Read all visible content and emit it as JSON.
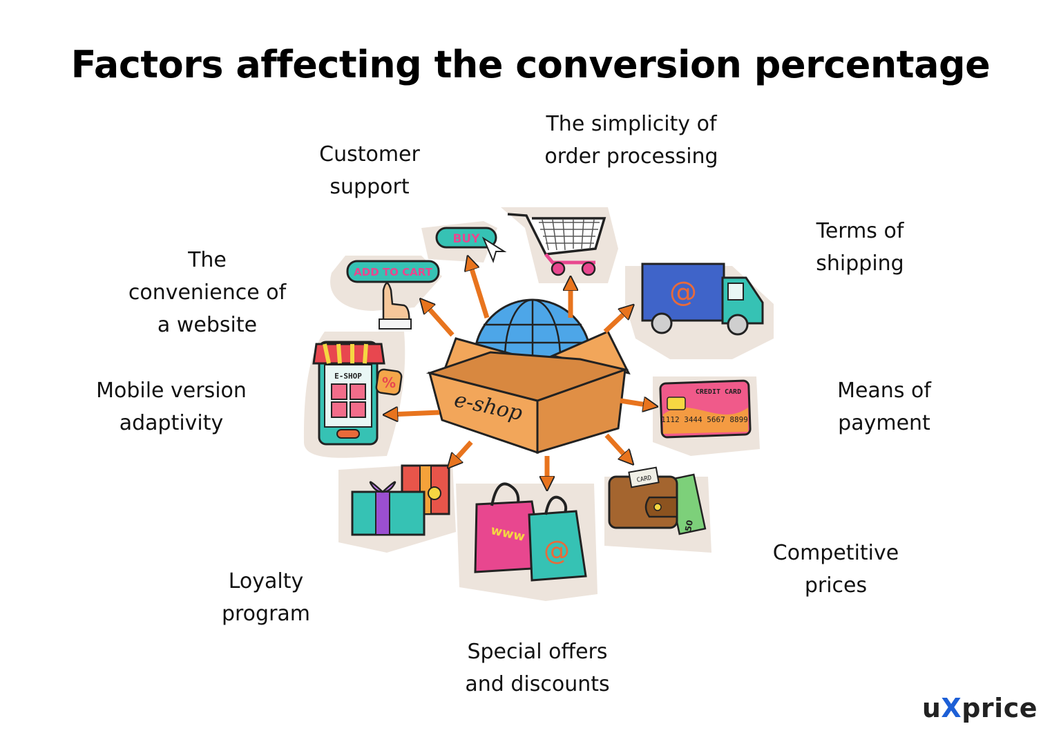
{
  "title": "Factors affecting the conversion percentage",
  "factors": {
    "customer_support": [
      "Customer",
      "support"
    ],
    "order_processing": [
      "The simplicity of",
      "order processing"
    ],
    "shipping": [
      "Terms of",
      "shipping"
    ],
    "website_convenience": [
      "The",
      "convenience of",
      "a website"
    ],
    "mobile": [
      "Mobile version",
      "adaptivity"
    ],
    "payment": [
      "Means of",
      "payment"
    ],
    "prices": [
      "Competitive",
      "prices"
    ],
    "loyalty": [
      "Loyalty",
      "program"
    ],
    "offers": [
      "Special offers",
      "and discounts"
    ]
  },
  "illustration": {
    "box_text": "e-shop",
    "buy_button": "BUY",
    "add_to_cart_button": "ADD TO CART",
    "store_sign": "E-SHOP",
    "card_title": "CREDIT CARD",
    "card_number": "1112 3444 5667 8899",
    "wallet_card": "CARD",
    "bill_value": "50",
    "percent_sign": "%",
    "at_sign": "@",
    "www_text": "www"
  },
  "brand": {
    "prefix": "u",
    "highlight": "X",
    "suffix": "price"
  },
  "colors": {
    "brand_blue": "#1d5fd6",
    "arrow": "#e8741e",
    "box": "#f2a65a",
    "globe": "#4da6e8",
    "teal": "#36c2b4",
    "pink": "#e8478f",
    "truck": "#3f64c9",
    "backdrop": "#ede4dc"
  },
  "icons": [
    "buy-button-icon",
    "add-to-cart-icon",
    "shopping-cart-icon",
    "delivery-truck-icon",
    "credit-card-icon",
    "wallet-money-icon",
    "shopping-bags-icon",
    "gift-boxes-icon",
    "mobile-shop-icon",
    "eshop-box-globe-icon"
  ]
}
